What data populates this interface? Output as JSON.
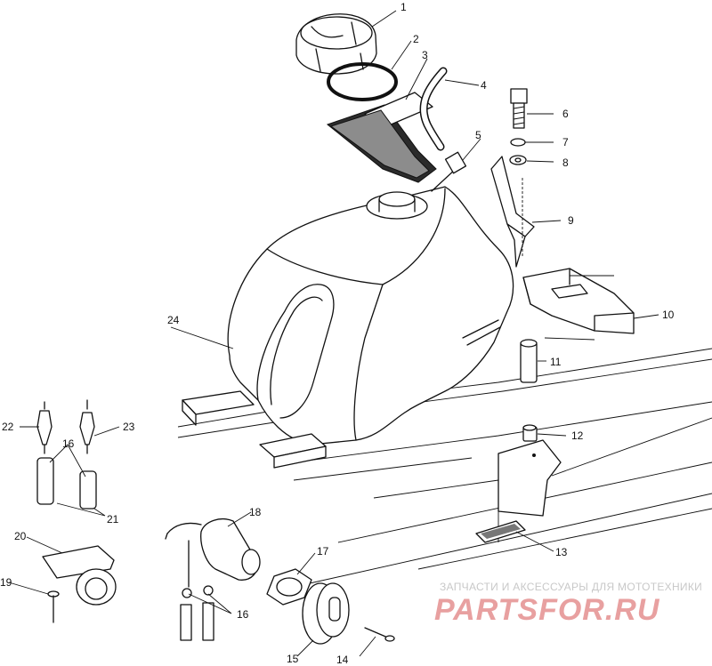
{
  "diagram": {
    "callouts": [
      "1",
      "2",
      "3",
      "4",
      "5",
      "6",
      "7",
      "8",
      "9",
      "10",
      "11",
      "12",
      "13",
      "14",
      "15",
      "16",
      "17",
      "18",
      "19",
      "20",
      "21",
      "22",
      "23",
      "24"
    ]
  },
  "watermark": {
    "tagline": "ЗАПЧАСТИ И АКСЕССУАРЫ ДЛЯ МОТОТЕХНИКИ",
    "brand": "PARTSFOR.RU",
    "brand_color": "#e8a0a0"
  }
}
